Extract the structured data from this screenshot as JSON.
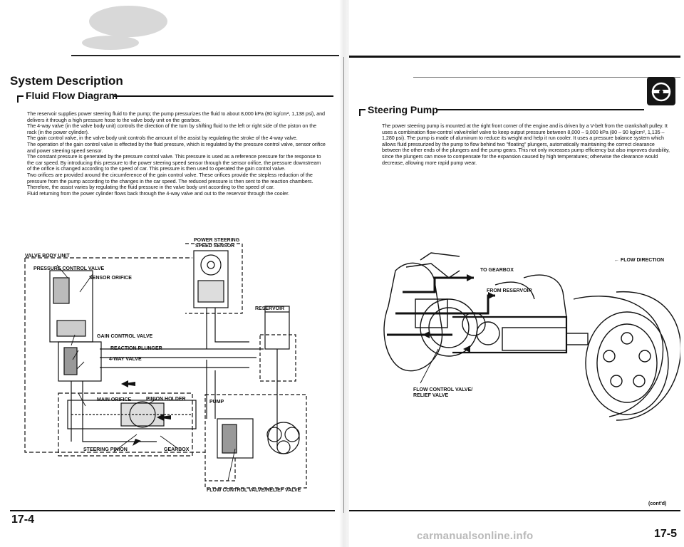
{
  "left": {
    "section_title": "System Description",
    "subsection_title": "Fluid Flow Diagram",
    "paragraphs": [
      "The reservoir supplies power steering fluid to the pump; the pump pressurizes the fluid to about 8,000 kPa (80 kg/cm², 1,138 psi), and delivers it through a high pressure hose to the valve body unit on the gearbox.",
      "The 4-way valve (in the valve body unit) controls the direction of the turn by shifting fluid to the left or right side of the piston on the rack (in the power cylinder).",
      "The gain control valve, in the valve body unit controls the amount of the assist by regulating the stroke of the 4-way valve.",
      "The operation of the gain control valve is effected by the fluid pressure, which is regulated by the pressure control valve, sensor orifice and power steering speed sensor.",
      "The constant pressure is generated by the pressure control valve. This pressure is used as a reference pressure for the response to the car speed. By introducing this pressure to the power steering speed sensor through the sensor orifice, the pressure downstream of the orifice is changed according to the speed of car. This pressure is then used to operated the gain control valve.",
      "Two orifices are provided around the circumference of the gain control valve. These orifices provide the stepless reduction of the pressure from the pump according to the changes in the car speed. The reduced pressure is then sent to the reaction chambers.",
      "Therefore, the assist varies by regulating the fluid pressure in the valve body unit according to the speed of car.",
      "Fluid returning from the power cylinder flows back through the 4-way valve and out to the reservoir through the cooler."
    ],
    "labels": {
      "valve_body_unit": "VALVE BODY UNIT",
      "pressure_control_valve": "PRESSURE CONTROL VALVE",
      "sensor_orifice": "SENSOR ORIFICE",
      "power_steering_speed_sensor_1": "POWER STEERING",
      "power_steering_speed_sensor_2": "SPEED SENSOR",
      "reservoir": "RESERVOIR",
      "gain_control_valve": "GAIN CONTROL VALVE",
      "reaction_plunger": "REACTION PLUNGER",
      "four_way_valve": "4-WAY VALVE",
      "main_orifice": "MAIN ORIFICE",
      "pinion_holder": "PINION HOLDER",
      "pump": "PUMP",
      "steering_pinion": "STEERING PINION",
      "gearbox": "GEARBOX",
      "flow_control_relief": "FLOW CONTROL VALVE/RELIEF VALVE"
    },
    "page_number": "17-4"
  },
  "right": {
    "subsection_title": "Steering Pump",
    "paragraph": "The power steering pump is mounted at the right front corner of the engine and is driven by a V-belt from the crankshaft pulley. It uses a combination flow-control valve/relief valve to keep output pressure between 8,000 – 9,000 kPa (80 – 90 kg/cm², 1,135 – 1,280 psi). The pump is made of aluminum to reduce its weight and help it run cooler. It uses a pressure balance system which allows fluid pressurized by the pump to flow behind two \"floating\" plungers, automatically maintaining the correct clearance between the other ends of the plungers and the pump gears. This not only increases pump efficiency but also improves durability, since the plungers can move to compensate for the expansion caused by high temperatures; otherwise the clearance would decrease, allowing more rapid pump wear.",
    "labels": {
      "flow_direction": "FLOW DIRECTION",
      "to_gearbox": "TO GEARBOX",
      "from_reservoir": "FROM RESERVOIR",
      "flow_control_1": "FLOW CONTROL VALVE/",
      "flow_control_2": "RELIEF VALVE"
    },
    "contd": "(cont'd)",
    "page_number": "17-5"
  },
  "watermark": "carmanualsonline.info"
}
